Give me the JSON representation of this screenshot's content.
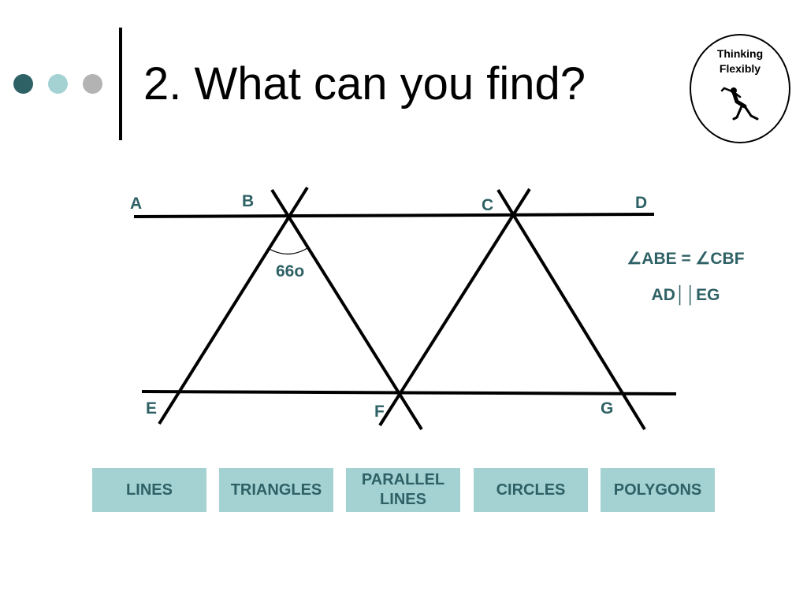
{
  "slide": {
    "title": "2. What can you find?"
  },
  "badge": {
    "line1": "Thinking",
    "line2": "Flexibly",
    "icon": "stretching-person-icon"
  },
  "diagram": {
    "points": {
      "A": "A",
      "B": "B",
      "C": "C",
      "D": "D",
      "E": "E",
      "F": "F",
      "G": "G"
    },
    "angle_label": "66o"
  },
  "facts": {
    "angle_equality": "∠ABE = ∠CBF",
    "parallel": "AD││EG"
  },
  "buttons": [
    {
      "label": "LINES"
    },
    {
      "label": "TRIANGLES"
    },
    {
      "label": "PARALLEL LINES"
    },
    {
      "label": "CIRCLES"
    },
    {
      "label": "POLYGONS"
    }
  ],
  "colors": {
    "teal_dark": "#2e6165",
    "teal_light": "#a4d2d3",
    "gray": "#b3b3b3"
  }
}
